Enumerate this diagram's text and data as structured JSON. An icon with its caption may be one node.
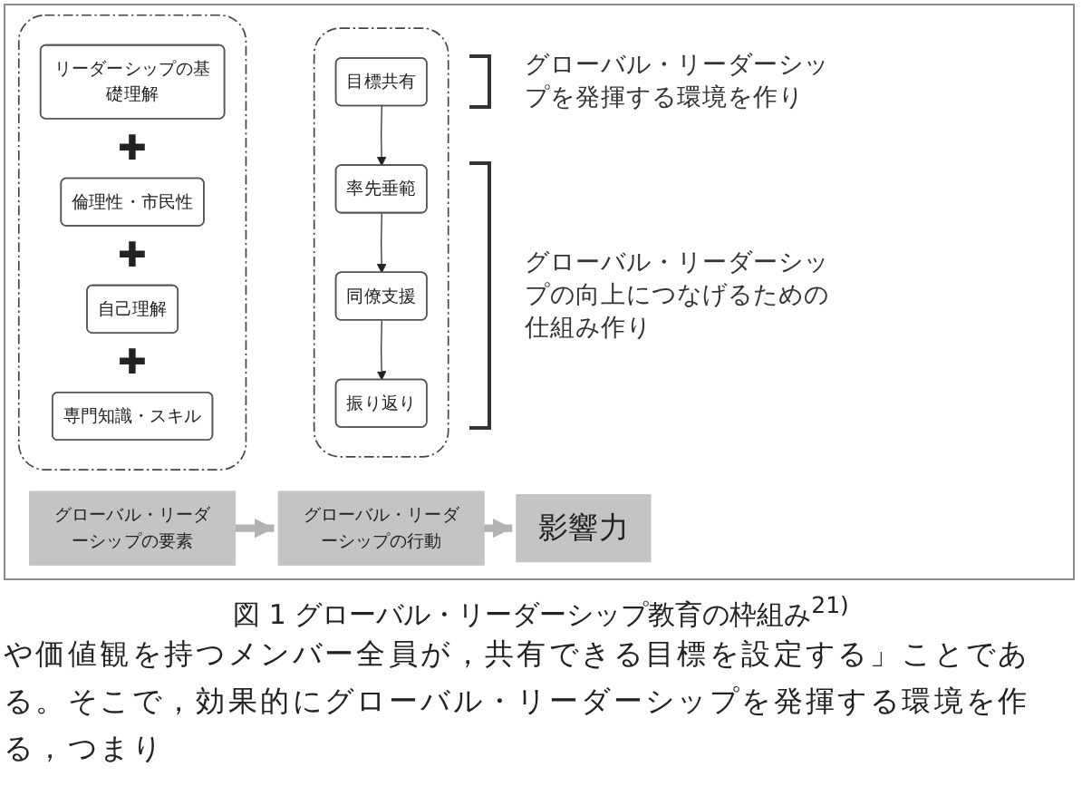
{
  "diagram": {
    "caption": "図 1 グローバル・リーダーシップ教育の枠組み$^{21)}$",
    "nodes": [
      {
        "text": [],
        "shape": "box"
      },
      {
        "text": [
          "リーダーシップの基礎理解"
        ],
        "in": 0
      },
      {
        "text": [
          "倫理性・市民性"
        ],
        "in": 0
      },
      {
        "text": [
          "自己理解"
        ],
        "in": 0
      },
      {
        "text": [
          "専門知識・スキル"
        ],
        "in": 0
      },
      {
        "text": [],
        "shape": "box"
      },
      {
        "text": [
          "目標共有"
        ],
        "in": 5
      },
      {
        "text": [
          "率先垂範"
        ],
        "in": 5
      },
      {
        "text": [
          "同僚支援"
        ],
        "in": 5
      },
      {
        "text": [
          "振り返り"
        ],
        "in": 5
      },
      {
        "text": [
          "グローバル・リーダーシップの要素"
        ]
      },
      {
        "text": [
          "グローバル・リーダーシップの行動"
        ]
      },
      {
        "text": [
          "影響力"
        ]
      }
    ],
    "edges": [
      {
        "from": 6,
        "to": 7,
        "arrow": "to"
      },
      {
        "from": 7,
        "to": 8,
        "arrow": "to"
      },
      {
        "from": 8,
        "to": 9,
        "arrow": "to"
      },
      {
        "from": 10,
        "to": 11,
        "arrow": "to",
        "style": "thick",
        "color": "#b3b3b3"
      },
      {
        "from": 11,
        "to": 12,
        "arrow": "to",
        "style": "thick",
        "color": "#b3b3b3"
      }
    ],
    "labels": [
      "✚",
      "✚",
      "✚",
      "グローバル・リーダーシップを発揮する環境を作り",
      "グローバル・リーダーシップの向上につなげるための仕組み作り",
      "や価値観を持つメンバー全員が，共有できる目標を設定する」ことである。そこで，効果的にグローバル・リーダーシップを発揮する環境を作る，つまり"
    ]
  }
}
